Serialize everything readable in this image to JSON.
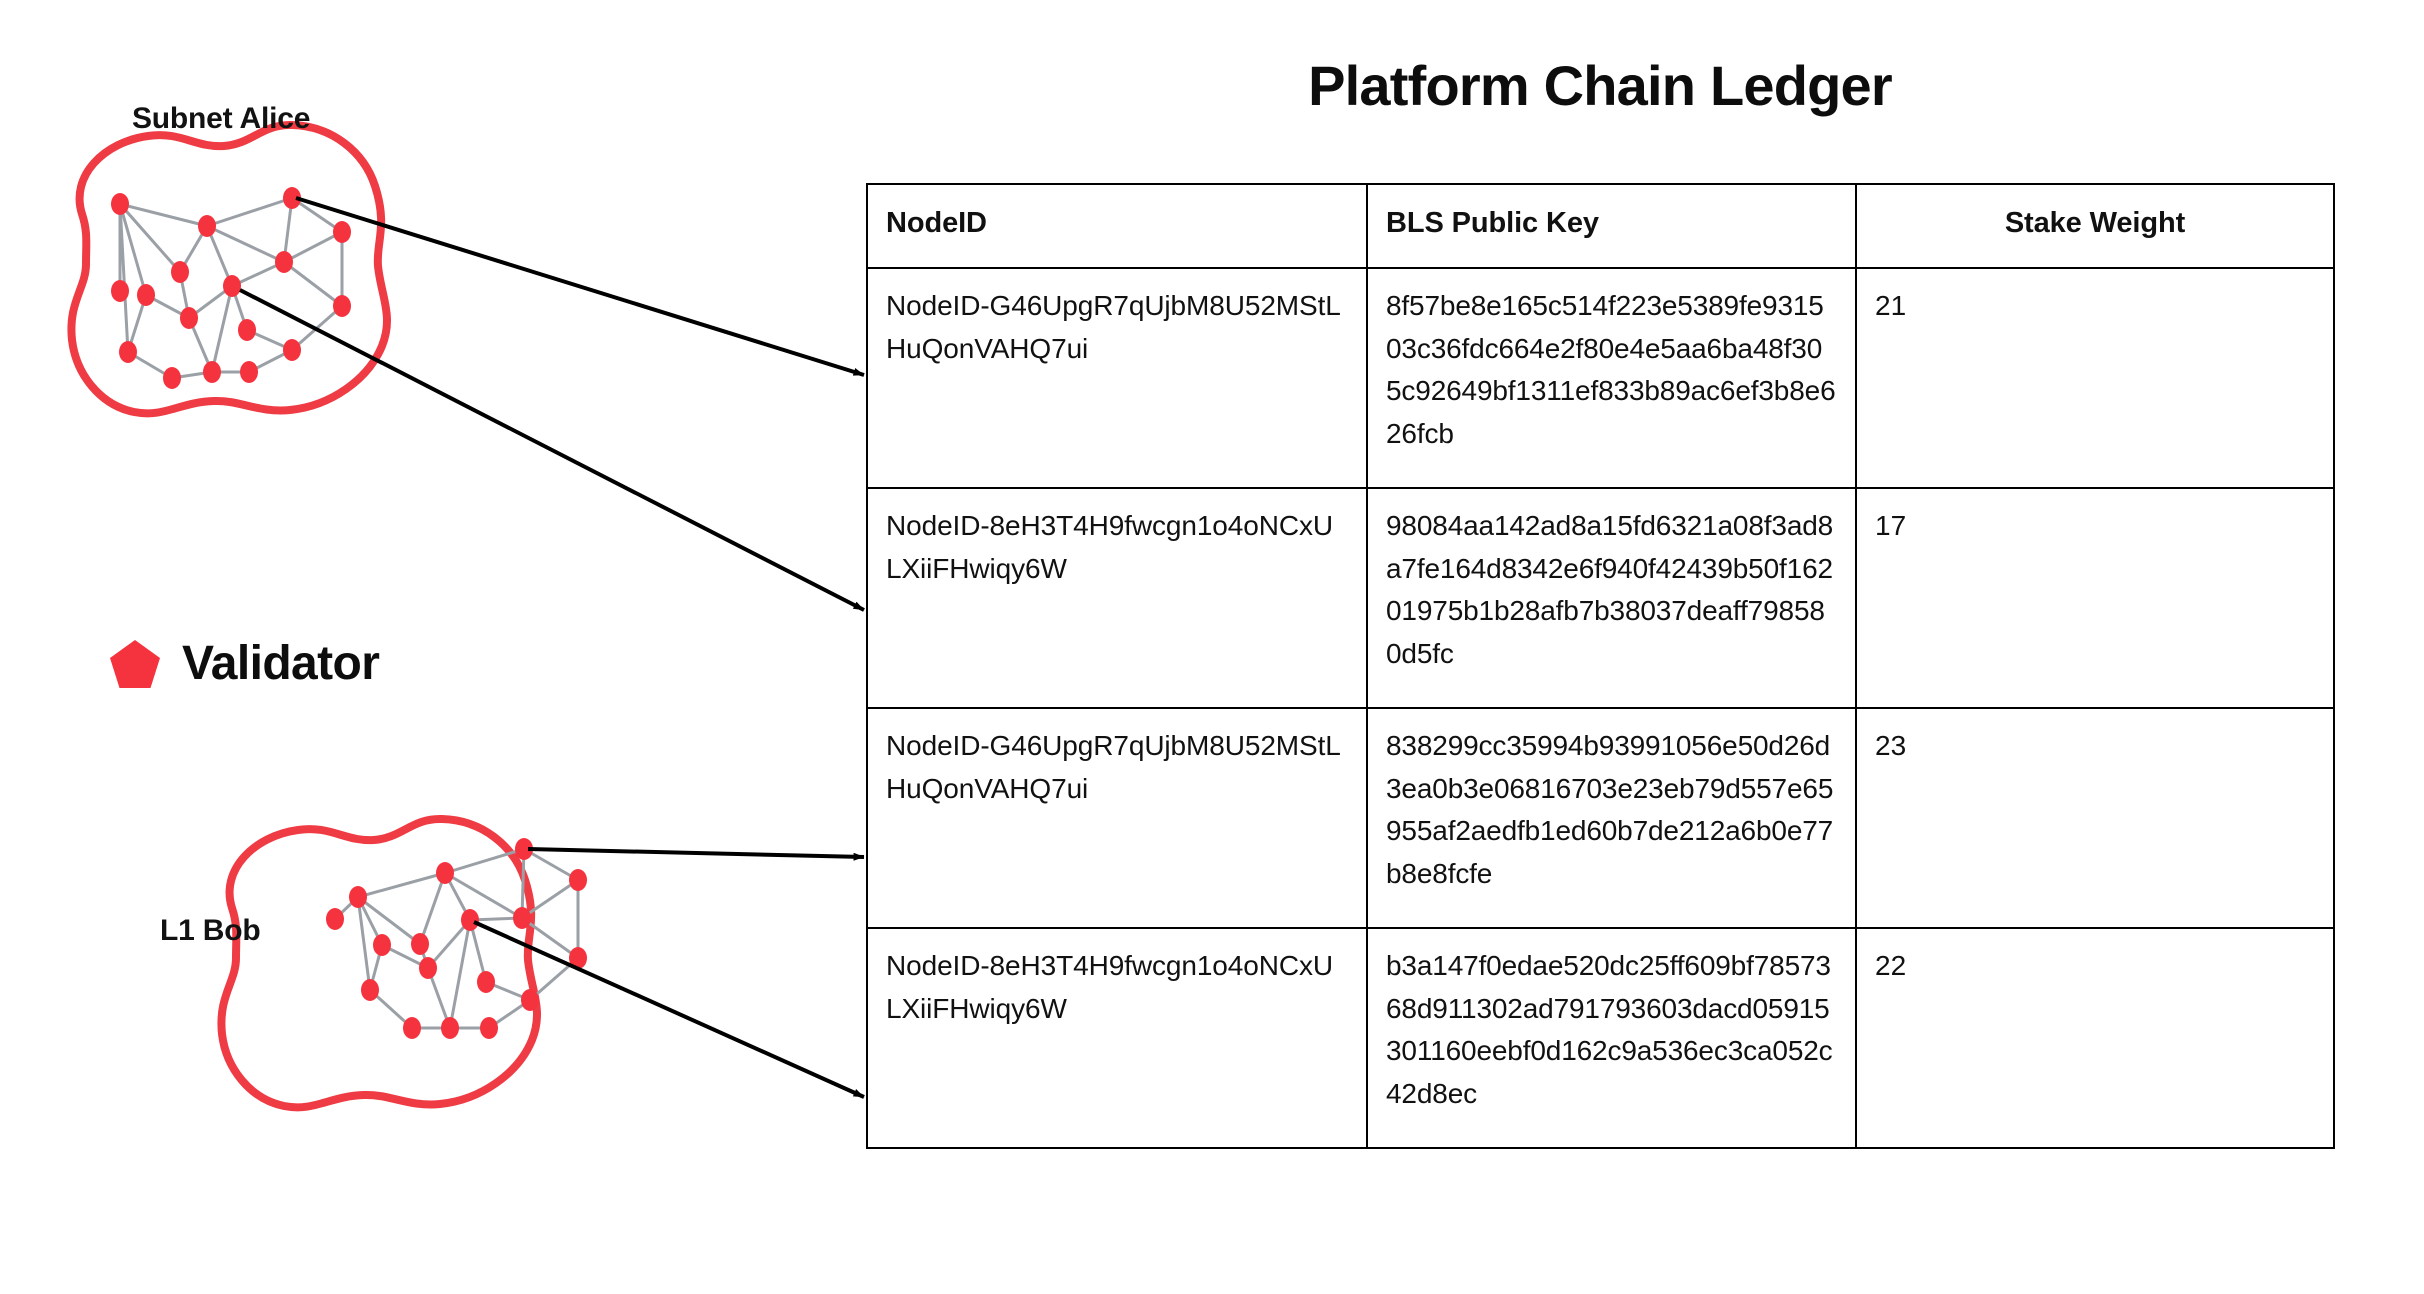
{
  "diagram": {
    "subnet_alice_label": "Subnet Alice",
    "l1_bob_label": "L1 Bob",
    "legend": {
      "icon": "pentagon-icon",
      "label": "Validator"
    },
    "colors": {
      "validator_red": "#F5333F",
      "blob_outline_red": "#EF3B43",
      "edge_gray": "#9AA0A6",
      "arrow_black": "#000000",
      "text_black": "#0D0D0D"
    }
  },
  "ledger": {
    "title": "Platform Chain Ledger",
    "columns": [
      {
        "label": "NodeID",
        "align": "left"
      },
      {
        "label": "BLS Public Key",
        "align": "left"
      },
      {
        "label": "Stake Weight",
        "align": "center"
      }
    ],
    "rows": [
      {
        "node_id": "NodeID-G46UpgR7qUjbM8U52MStLHuQonVAHQ7ui",
        "bls_public_key": "8f57be8e165c514f223e5389fe931503c36fdc664e2f80e4e5aa6ba48f305c92649bf1311ef833b89ac6ef3b8e626fcb",
        "stake_weight": "21"
      },
      {
        "node_id": "NodeID-8eH3T4H9fwcgn1o4oNCxULXiiFHwiqy6W",
        "bls_public_key": "98084aa142ad8a15fd6321a08f3ad8a7fe164d8342e6f940f42439b50f16201975b1b28afb7b38037deaff798580d5fc",
        "stake_weight": "17"
      },
      {
        "node_id": "NodeID-G46UpgR7qUjbM8U52MStLHuQonVAHQ7ui",
        "bls_public_key": "838299cc35994b93991056e50d26d3ea0b3e06816703e23eb79d557e65955af2aedfb1ed60b7de212a6b0e77b8e8fcfe",
        "stake_weight": "23"
      },
      {
        "node_id": "NodeID-8eH3T4H9fwcgn1o4oNCxULXiiFHwiqy6W",
        "bls_public_key": "b3a147f0edae520dc25ff609bf7857368d911302ad791793603dacd05915301160eebf0d162c9a536ec3ca052c42d8ec",
        "stake_weight": "22"
      }
    ]
  }
}
